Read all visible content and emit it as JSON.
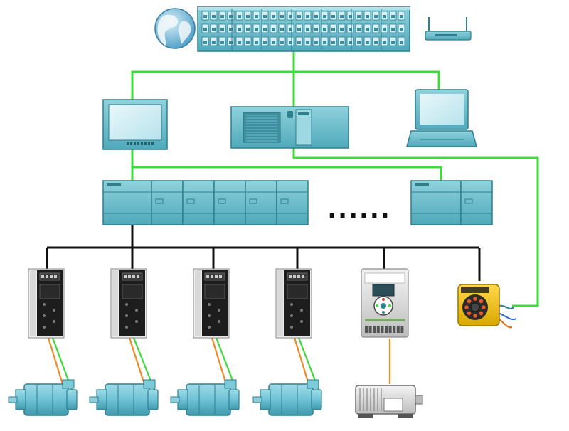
{
  "diagram": {
    "colors": {
      "ethernet_link": "#3ddc3d",
      "fieldbus_link": "#111111",
      "motor_power_cable": "#f08a24",
      "encoder_cable": "#3ddc3d",
      "device_teal": "#5fb6c6",
      "device_dark": "#2f8494",
      "motor_body": "#6ec3d6",
      "camera_yellow": "#f2c200"
    },
    "nodes": [
      {
        "id": "internet",
        "icon": "globe-icon"
      },
      {
        "id": "core-switch",
        "icon": "managed-switch"
      },
      {
        "id": "wireless-router",
        "icon": "router-icon"
      },
      {
        "id": "hmi",
        "icon": "touch-panel"
      },
      {
        "id": "industrial-pc",
        "icon": "rack-pc"
      },
      {
        "id": "laptop",
        "icon": "laptop-icon"
      },
      {
        "id": "plc-1",
        "icon": "plc-rack"
      },
      {
        "id": "plc-2",
        "icon": "plc-rack"
      },
      {
        "id": "servo-drive-1",
        "icon": "servo-drive"
      },
      {
        "id": "servo-drive-2",
        "icon": "servo-drive"
      },
      {
        "id": "servo-drive-3",
        "icon": "servo-drive"
      },
      {
        "id": "servo-drive-4",
        "icon": "servo-drive"
      },
      {
        "id": "vfd",
        "icon": "frequency-inverter"
      },
      {
        "id": "vision-sensor",
        "icon": "smart-camera"
      },
      {
        "id": "servo-motor-1",
        "icon": "servo-motor"
      },
      {
        "id": "servo-motor-2",
        "icon": "servo-motor"
      },
      {
        "id": "servo-motor-3",
        "icon": "servo-motor"
      },
      {
        "id": "servo-motor-4",
        "icon": "servo-motor"
      },
      {
        "id": "induction-motor",
        "icon": "ac-motor"
      }
    ],
    "edges": [
      {
        "from": "core-switch",
        "to": "hmi",
        "type": "ethernet"
      },
      {
        "from": "core-switch",
        "to": "industrial-pc",
        "type": "ethernet"
      },
      {
        "from": "core-switch",
        "to": "laptop",
        "type": "ethernet"
      },
      {
        "from": "hmi",
        "to": "plc-1",
        "type": "ethernet"
      },
      {
        "from": "hmi",
        "to": "plc-2",
        "type": "ethernet"
      },
      {
        "from": "industrial-pc",
        "to": "vision-sensor",
        "type": "ethernet"
      },
      {
        "from": "plc-1",
        "to": "servo-drive-1",
        "type": "fieldbus"
      },
      {
        "from": "plc-1",
        "to": "servo-drive-2",
        "type": "fieldbus"
      },
      {
        "from": "plc-1",
        "to": "servo-drive-3",
        "type": "fieldbus"
      },
      {
        "from": "plc-1",
        "to": "servo-drive-4",
        "type": "fieldbus"
      },
      {
        "from": "plc-1",
        "to": "vfd",
        "type": "fieldbus"
      },
      {
        "from": "plc-1",
        "to": "vision-sensor",
        "type": "fieldbus"
      },
      {
        "from": "servo-drive-1",
        "to": "servo-motor-1",
        "type": "power+encoder"
      },
      {
        "from": "servo-drive-2",
        "to": "servo-motor-2",
        "type": "power+encoder"
      },
      {
        "from": "servo-drive-3",
        "to": "servo-motor-3",
        "type": "power+encoder"
      },
      {
        "from": "servo-drive-4",
        "to": "servo-motor-4",
        "type": "power+encoder"
      },
      {
        "from": "vfd",
        "to": "induction-motor",
        "type": "power"
      }
    ],
    "ellipsis": "......"
  }
}
